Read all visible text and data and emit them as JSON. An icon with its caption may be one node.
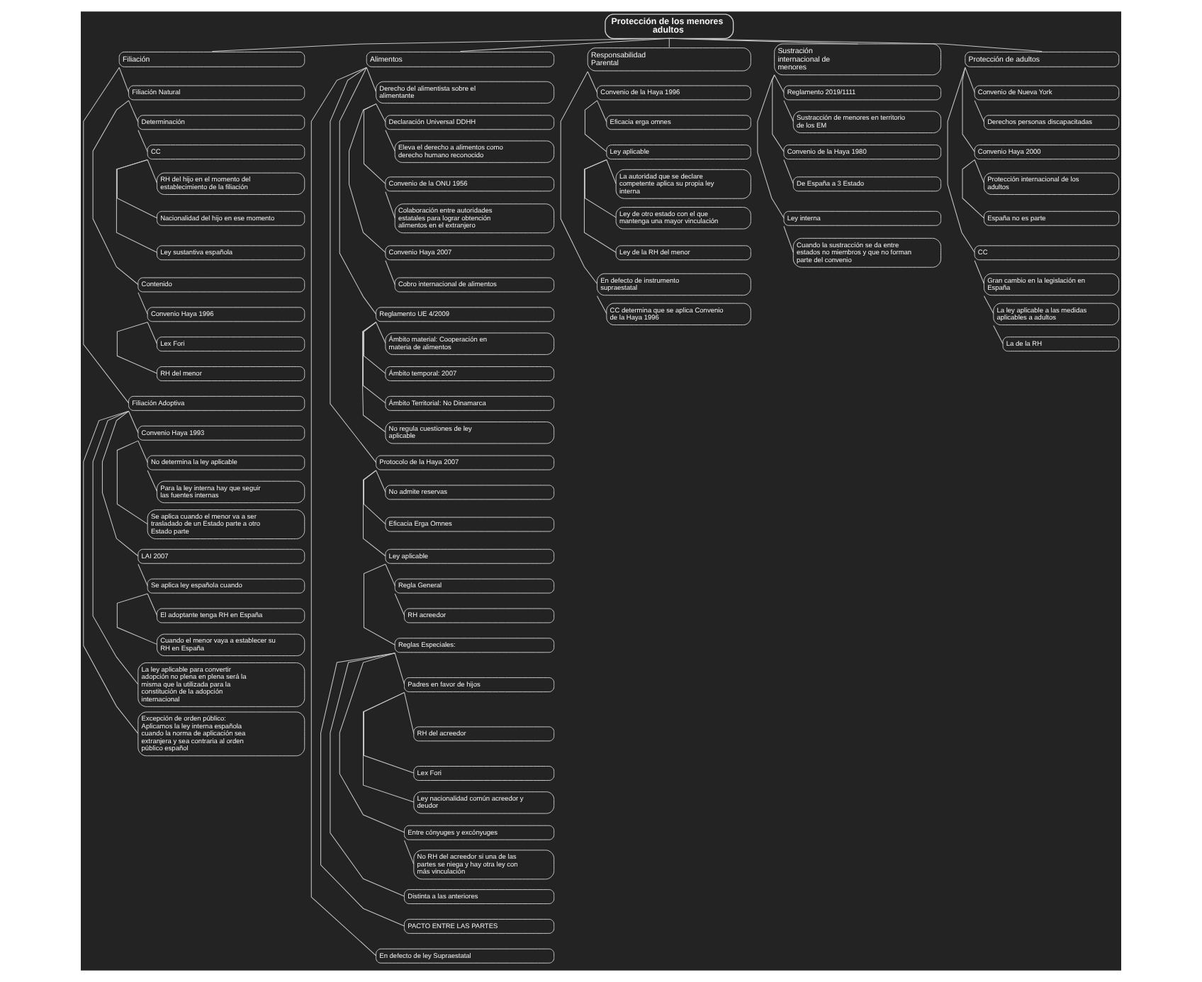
{
  "diagram": {
    "nodes": [
      {
        "text": [
          "Protección de los menores adultos"
        ]
      },
      {
        "text": [
          "Filiación"
        ]
      },
      {
        "text": [
          "Filiación Natural"
        ]
      },
      {
        "text": [
          "Determinación"
        ]
      },
      {
        "text": [
          "CC"
        ]
      },
      {
        "text": [
          "RH del hijo en el momento del establecimiento de la filiación"
        ]
      },
      {
        "text": [
          "Nacionalidad del hijo en ese momento"
        ]
      },
      {
        "text": [
          "Ley sustantiva española"
        ]
      },
      {
        "text": [
          "Contenido"
        ]
      },
      {
        "text": [
          "Convenio Haya 1996"
        ]
      },
      {
        "text": [
          "Lex Fori"
        ]
      },
      {
        "text": [
          "RH del menor"
        ]
      },
      {
        "text": [
          "Filiación Adoptiva"
        ]
      },
      {
        "text": [
          "Convenio Haya 1993"
        ]
      },
      {
        "text": [
          "No determina la ley aplicable"
        ]
      },
      {
        "text": [
          "Para la ley interna hay que seguir las fuentes internas"
        ]
      },
      {
        "text": [
          "Se aplica cuando el menor va a ser trasladado de un Estado parte a otro Estado parte"
        ]
      },
      {
        "text": [
          "LAI 2007"
        ]
      },
      {
        "text": [
          "Se aplica ley española cuando"
        ]
      },
      {
        "text": [
          "El adoptante tenga RH en España"
        ]
      },
      {
        "text": [
          "Cuando el menor vaya a establecer su RH en España"
        ]
      },
      {
        "text": [
          "La ley aplicable para convertir adopción no plena en plena será la misma que la utilizada para la constitución de la adopción internacional"
        ]
      },
      {
        "text": [
          "Excepción de orden público: Aplicamos la ley interna española cuando la norma de aplicación sea extranjera y sea contraria al orden público español"
        ]
      },
      {
        "text": [
          "Alimentos"
        ]
      },
      {
        "text": [
          "Derecho del alimentista sobre el alimentante"
        ]
      },
      {
        "text": [
          "Declaración Universal DDHH"
        ]
      },
      {
        "text": [
          "Eleva el derecho a alimentos como derecho humano reconocido"
        ]
      },
      {
        "text": [
          "Convenio de la ONU 1956"
        ]
      },
      {
        "text": [
          "Colaboración entre autoridades estatales para lograr obtención alimentos en el extranjero"
        ]
      },
      {
        "text": [
          "Convenio Haya 2007"
        ]
      },
      {
        "text": [
          "Cobro internacional de alimentos"
        ]
      },
      {
        "text": [
          "Reglamento UE 4/2009"
        ]
      },
      {
        "text": [
          "Ámbito material: Cooperación en materia de alimentos"
        ]
      },
      {
        "text": [
          "Ámbito temporal: 2007"
        ]
      },
      {
        "text": [
          "Ámbito Territorial: No Dinamarca"
        ]
      },
      {
        "text": [
          "No regula cuestiones de ley aplicable"
        ]
      },
      {
        "text": [
          "Protocolo de la Haya 2007"
        ]
      },
      {
        "text": [
          "No admite reservas"
        ]
      },
      {
        "text": [
          "Eficacia Erga Omnes"
        ]
      },
      {
        "text": [
          "Ley aplicable"
        ]
      },
      {
        "text": [
          "Regla General"
        ]
      },
      {
        "text": [
          "RH acreedor"
        ]
      },
      {
        "text": [
          "Reglas Especiales:"
        ]
      },
      {
        "text": [
          "Padres en favor de hijos"
        ]
      },
      {
        "text": [
          "RH del acreedor"
        ]
      },
      {
        "text": [
          "Lex Fori"
        ]
      },
      {
        "text": [
          "Ley nacionalidad común acreedor y deudor"
        ]
      },
      {
        "text": [
          "Entre cónyuges y excónyuges"
        ]
      },
      {
        "text": [
          "No RH del acreedor si una de las partes se niega y hay otra ley con más vinculación"
        ]
      },
      {
        "text": [
          "Distinta a las anteriores"
        ]
      },
      {
        "text": [
          "PACTO ENTRE LAS PARTES"
        ]
      },
      {
        "text": [
          "En defecto de ley Supraestatal"
        ]
      },
      {
        "text": [
          "Responsabilidad Parental"
        ]
      },
      {
        "text": [
          "Convenio de la Haya 1996"
        ]
      },
      {
        "text": [
          "Eficacia erga omnes"
        ]
      },
      {
        "text": [
          "Ley aplicable"
        ]
      },
      {
        "text": [
          "La autoridad que se declare competente aplica su propia ley interna"
        ]
      },
      {
        "text": [
          "Ley de otro estado con el que mantenga una mayor vinculación"
        ]
      },
      {
        "text": [
          "Ley de la RH del menor"
        ]
      },
      {
        "text": [
          "En defecto de instrumento supraestatal"
        ]
      },
      {
        "text": [
          "CC determina que se aplica Convenio de la Haya 1996"
        ]
      },
      {
        "text": [
          "Sustración internacional de menores"
        ]
      },
      {
        "text": [
          "Reglamento 2019/1111"
        ]
      },
      {
        "text": [
          "Sustracción de menores en territorio de los EM"
        ]
      },
      {
        "text": [
          "Convenio de la Haya 1980"
        ]
      },
      {
        "text": [
          "De España a 3 Estado"
        ]
      },
      {
        "text": [
          "Ley interna"
        ]
      },
      {
        "text": [
          "Cuando la sustracción se da entre estados no miembros y que no forman parte del convenio"
        ]
      },
      {
        "text": [
          "Protección de adultos"
        ]
      },
      {
        "text": [
          "Convenio de Nueva York"
        ]
      },
      {
        "text": [
          "Derechos personas discapacitadas"
        ]
      },
      {
        "text": [
          "Convenio Haya 2000"
        ]
      },
      {
        "text": [
          "Protección internacional de los adultos"
        ]
      },
      {
        "text": [
          "España no es parte"
        ]
      },
      {
        "text": [
          "CC"
        ]
      },
      {
        "text": [
          "Gran cambio en la legislación en España"
        ]
      },
      {
        "text": [
          "La ley aplicable a las medidas aplicables a adultos"
        ]
      },
      {
        "text": [
          "La de la RH"
        ]
      }
    ],
    "edges": [
      {
        "from": 0,
        "to": 1,
        "arrow": "none"
      },
      {
        "from": 0,
        "to": 23,
        "arrow": "none"
      },
      {
        "from": 0,
        "to": 52,
        "arrow": "none"
      },
      {
        "from": 0,
        "to": 61,
        "arrow": "none"
      },
      {
        "from": 0,
        "to": 68,
        "arrow": "none"
      },
      {
        "from": 1,
        "to": 2,
        "arrow": "none"
      },
      {
        "from": 2,
        "to": 3,
        "arrow": "none"
      },
      {
        "from": 3,
        "to": 4,
        "arrow": "none"
      },
      {
        "from": 4,
        "to": 5,
        "arrow": "none"
      },
      {
        "from": 4,
        "to": 6,
        "arrow": "none"
      },
      {
        "from": 4,
        "to": 7,
        "arrow": "none"
      },
      {
        "from": 2,
        "to": 8,
        "arrow": "none"
      },
      {
        "from": 8,
        "to": 9,
        "arrow": "none"
      },
      {
        "from": 9,
        "to": 10,
        "arrow": "none"
      },
      {
        "from": 9,
        "to": 11,
        "arrow": "none"
      },
      {
        "from": 1,
        "to": 12,
        "arrow": "none"
      },
      {
        "from": 12,
        "to": 13,
        "arrow": "none"
      },
      {
        "from": 13,
        "to": 14,
        "arrow": "none"
      },
      {
        "from": 14,
        "to": 15,
        "arrow": "none"
      },
      {
        "from": 13,
        "to": 16,
        "arrow": "none"
      },
      {
        "from": 12,
        "to": 17,
        "arrow": "none"
      },
      {
        "from": 17,
        "to": 18,
        "arrow": "none"
      },
      {
        "from": 18,
        "to": 19,
        "arrow": "none"
      },
      {
        "from": 18,
        "to": 20,
        "arrow": "none"
      },
      {
        "from": 12,
        "to": 21,
        "arrow": "none"
      },
      {
        "from": 12,
        "to": 22,
        "arrow": "none"
      },
      {
        "from": 23,
        "to": 24,
        "arrow": "none"
      },
      {
        "from": 24,
        "to": 25,
        "arrow": "none"
      },
      {
        "from": 25,
        "to": 26,
        "arrow": "none"
      },
      {
        "from": 24,
        "to": 27,
        "arrow": "none"
      },
      {
        "from": 27,
        "to": 28,
        "arrow": "none"
      },
      {
        "from": 24,
        "to": 29,
        "arrow": "none"
      },
      {
        "from": 29,
        "to": 30,
        "arrow": "none"
      },
      {
        "from": 23,
        "to": 31,
        "arrow": "none"
      },
      {
        "from": 31,
        "to": 32,
        "arrow": "none"
      },
      {
        "from": 31,
        "to": 33,
        "arrow": "none"
      },
      {
        "from": 31,
        "to": 34,
        "arrow": "none"
      },
      {
        "from": 31,
        "to": 35,
        "arrow": "none"
      },
      {
        "from": 23,
        "to": 36,
        "arrow": "none"
      },
      {
        "from": 36,
        "to": 37,
        "arrow": "none"
      },
      {
        "from": 36,
        "to": 38,
        "arrow": "none"
      },
      {
        "from": 36,
        "to": 39,
        "arrow": "none"
      },
      {
        "from": 39,
        "to": 40,
        "arrow": "none"
      },
      {
        "from": 40,
        "to": 41,
        "arrow": "none"
      },
      {
        "from": 39,
        "to": 42,
        "arrow": "none"
      },
      {
        "from": 42,
        "to": 43,
        "arrow": "none"
      },
      {
        "from": 43,
        "to": 44,
        "arrow": "none"
      },
      {
        "from": 43,
        "to": 45,
        "arrow": "none"
      },
      {
        "from": 43,
        "to": 46,
        "arrow": "none"
      },
      {
        "from": 42,
        "to": 47,
        "arrow": "none"
      },
      {
        "from": 47,
        "to": 48,
        "arrow": "none"
      },
      {
        "from": 42,
        "to": 49,
        "arrow": "none"
      },
      {
        "from": 42,
        "to": 50,
        "arrow": "none"
      },
      {
        "from": 23,
        "to": 51,
        "arrow": "none"
      },
      {
        "from": 52,
        "to": 53,
        "arrow": "none"
      },
      {
        "from": 53,
        "to": 54,
        "arrow": "none"
      },
      {
        "from": 53,
        "to": 55,
        "arrow": "none"
      },
      {
        "from": 55,
        "to": 56,
        "arrow": "none"
      },
      {
        "from": 55,
        "to": 57,
        "arrow": "none"
      },
      {
        "from": 55,
        "to": 58,
        "arrow": "none"
      },
      {
        "from": 52,
        "to": 59,
        "arrow": "none"
      },
      {
        "from": 59,
        "to": 60,
        "arrow": "none"
      },
      {
        "from": 61,
        "to": 62,
        "arrow": "none"
      },
      {
        "from": 62,
        "to": 63,
        "arrow": "none"
      },
      {
        "from": 61,
        "to": 64,
        "arrow": "none"
      },
      {
        "from": 64,
        "to": 65,
        "arrow": "none"
      },
      {
        "from": 61,
        "to": 66,
        "arrow": "none"
      },
      {
        "from": 66,
        "to": 67,
        "arrow": "none"
      },
      {
        "from": 68,
        "to": 69,
        "arrow": "none"
      },
      {
        "from": 69,
        "to": 70,
        "arrow": "none"
      },
      {
        "from": 68,
        "to": 71,
        "arrow": "none"
      },
      {
        "from": 71,
        "to": 72,
        "arrow": "none"
      },
      {
        "from": 71,
        "to": 73,
        "arrow": "none"
      },
      {
        "from": 68,
        "to": 74,
        "arrow": "none"
      },
      {
        "from": 74,
        "to": 75,
        "arrow": "none"
      },
      {
        "from": 75,
        "to": 76,
        "arrow": "none"
      },
      {
        "from": 76,
        "to": 77,
        "arrow": "none"
      }
    ]
  }
}
